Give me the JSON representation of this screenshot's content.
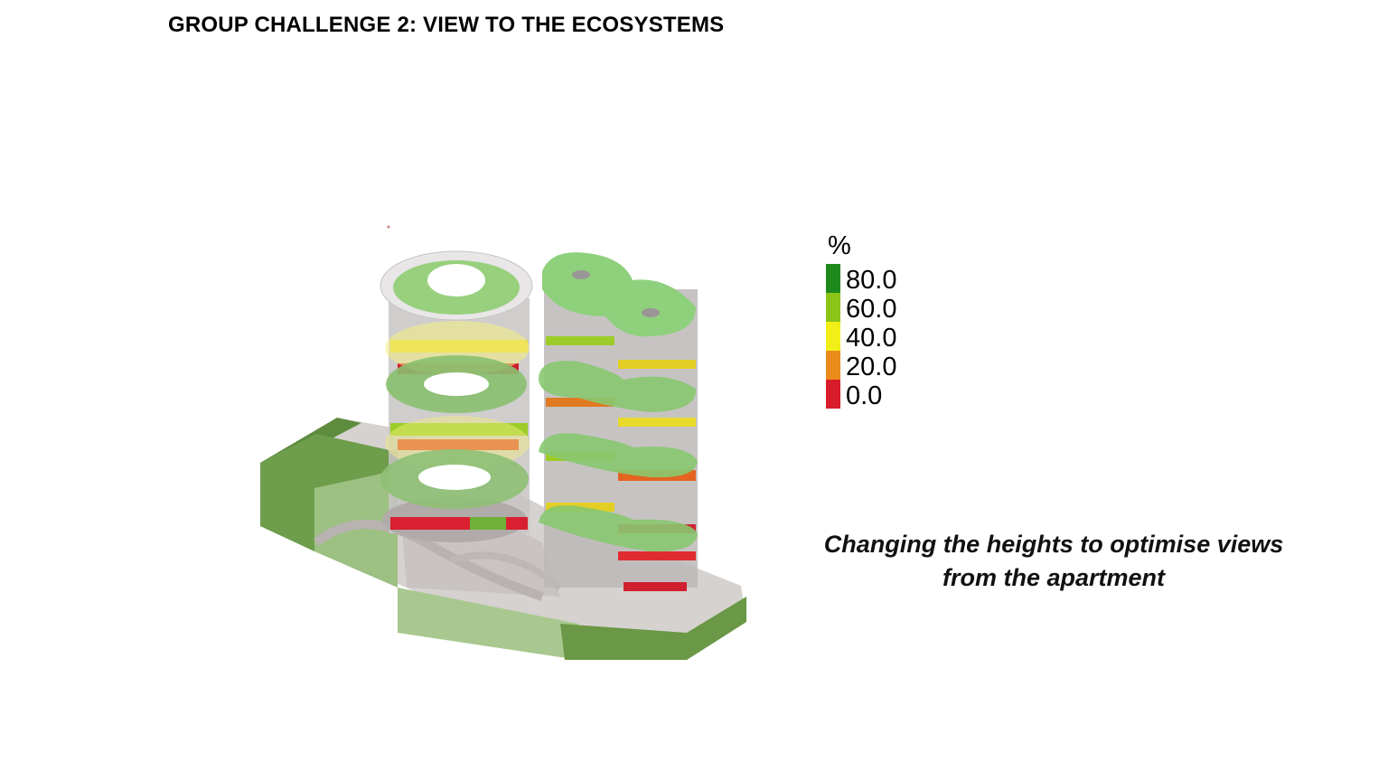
{
  "title": "GROUP CHALLENGE 2: VIEW TO THE ECOSYSTEMS",
  "caption": {
    "line1": "Changing the heights to optimise views",
    "line2": "from the apartment"
  },
  "legend": {
    "unit": "%",
    "items": [
      {
        "label": "80.0",
        "color": "#1e8a1e"
      },
      {
        "label": "60.0",
        "color": "#8cc418"
      },
      {
        "label": "40.0",
        "color": "#f2ee18"
      },
      {
        "label": "20.0",
        "color": "#ea8c1c"
      },
      {
        "label": "0.0",
        "color": "#d81c2c"
      }
    ]
  },
  "colors": {
    "site_green": "#6b9a48",
    "site_light": "#9cbf80",
    "slab_green": "#8fcf78",
    "ground": "#d9d5d3"
  }
}
